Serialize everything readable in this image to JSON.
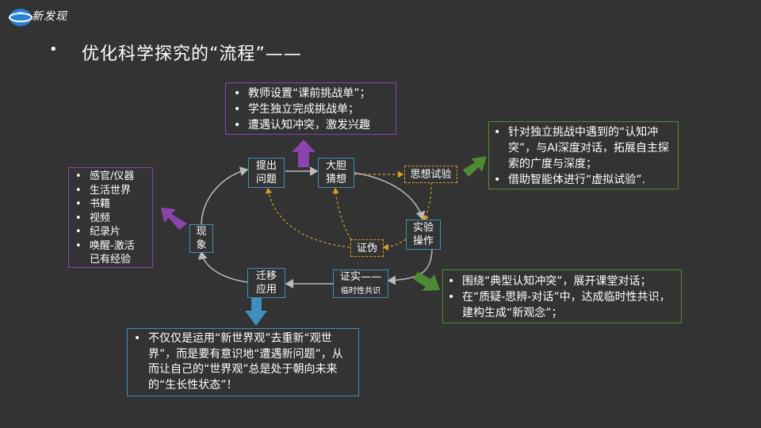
{
  "header": {
    "logo_text": "新发现",
    "title_bullet": "•",
    "title": "优化科学探究的“流程”——"
  },
  "cycle": {
    "propose": [
      "提出",
      "问题"
    ],
    "guess": [
      "大胆",
      "猜想"
    ],
    "thought_exp": "思想试验",
    "experiment": [
      "实验",
      "操作"
    ],
    "falsify": "证伪",
    "confirm": "证实——",
    "consensus": "临时性共识",
    "transfer": [
      "迁移",
      "应用"
    ],
    "phenomenon": [
      "现",
      "象"
    ]
  },
  "boxes": {
    "top": [
      "教师设置“课前挑战单”；",
      "学生独立完成挑战单；",
      "遭遇认知冲突，激发兴趣"
    ],
    "left": [
      "感官/仪器",
      "生活世界",
      "书籍",
      "视频",
      "纪录片",
      "唤醒-激活\n已有经验"
    ],
    "right_top": [
      "针对独立挑战中遇到的“认知冲突”，与AI深度对话，拓展自主探索的广度与深度；",
      "借助智能体进行“虚拟试验”."
    ],
    "right_bottom": [
      "围绕“典型认知冲突”，展开课堂对话；",
      "在“质疑-思辨-对话”中，达成临时性共识，建构生成“新观念”；"
    ],
    "bottom": [
      "不仅仅是运用“新世界观”去重新“观世界”，而是要有意识地“遭遇新问题”，从而让自己的“世界观”总是处于朝向未来的“生长性状态”！"
    ]
  },
  "colors": {
    "background": "#333333",
    "purple": "#8b44ac",
    "green": "#4e8a33",
    "blue": "#3f8fc0",
    "dashed": "#d9a02b"
  }
}
